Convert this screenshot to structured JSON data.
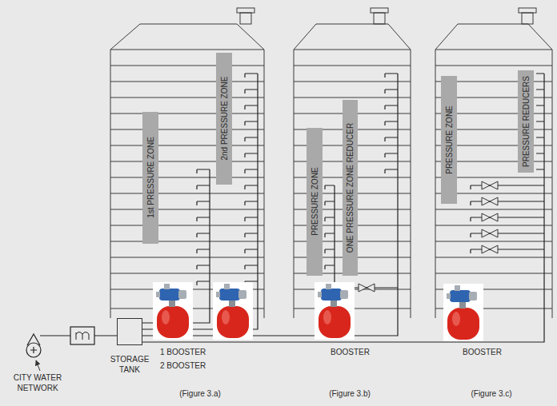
{
  "diagram": {
    "nodes": [
      {
        "text": [
          "1st PRESSURE ZONE"
        ]
      },
      {
        "text": [
          "2nd PRESSURE ZONE"
        ]
      },
      {
        "text": [
          "STORAGE TANK"
        ]
      },
      {
        "text": [
          "PRESSURE ZONE"
        ]
      },
      {
        "text": [
          "ONE PRESSURE ZONE REDUCER"
        ]
      },
      {
        "text": [
          "PRESSURE ZONE"
        ]
      },
      {
        "text": [
          "PRESSURE REDUCERS"
        ]
      }
    ],
    "labels": [
      "CITY WATER NETWORK",
      "1 BOOSTER",
      "2 BOOSTER",
      "BOOSTER",
      "BOOSTER",
      "(Figure 3.a)",
      "(Figure 3.b)",
      "(Figure 3.c)"
    ]
  }
}
